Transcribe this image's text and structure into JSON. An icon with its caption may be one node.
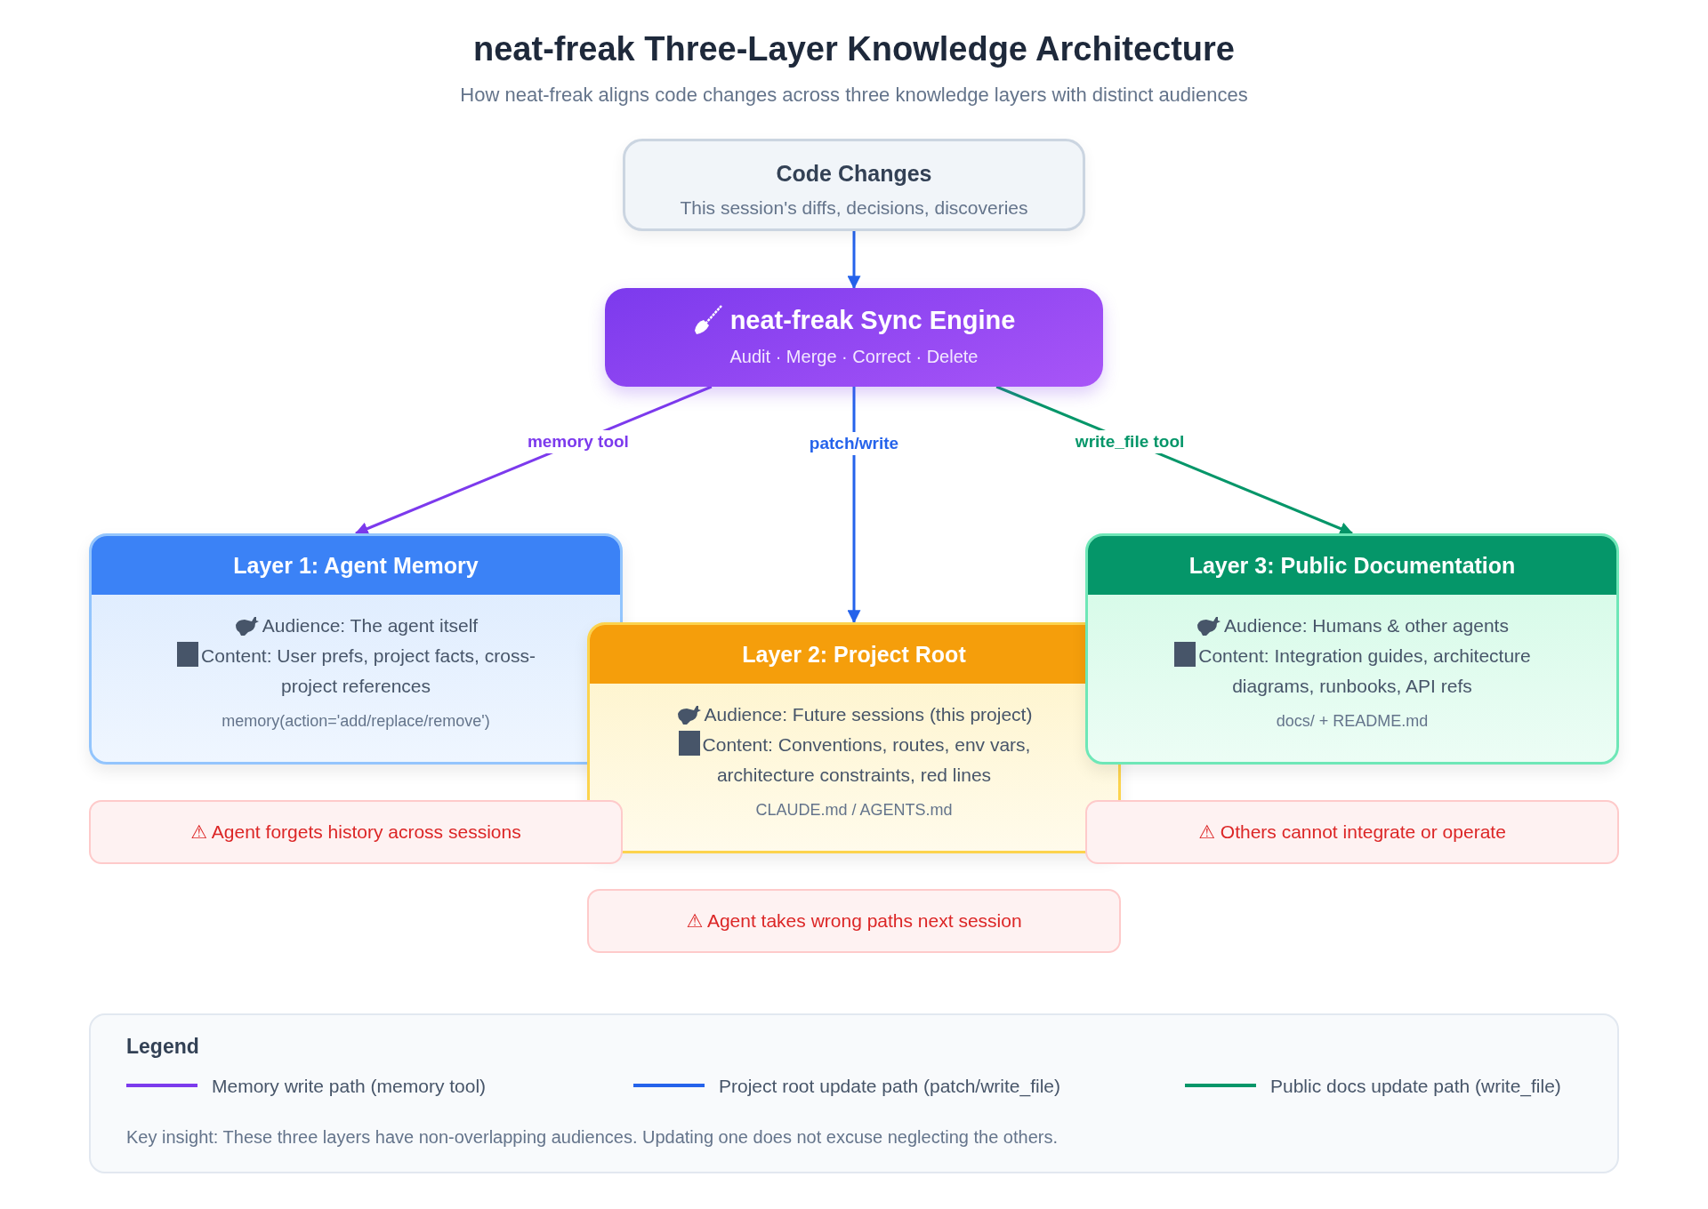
{
  "diagram": {
    "title": "neat-freak Three-Layer Knowledge Architecture",
    "nodes": [
      {
        "text": [
          "Code Changes",
          "This session's diffs, decisions, discoveries"
        ]
      },
      {
        "text": [
          "neat-freak Sync Engine",
          "Audit · Merge · Correct · Delete"
        ]
      },
      {
        "text": [
          "Layer 1: Agent Memory",
          "Audience: The agent itself",
          "Content: User prefs, project facts, cross-project references",
          "memory(action='add/replace/remove')"
        ]
      },
      {
        "text": [
          "Layer 2: Project Root",
          "Audience: Future sessions (this project)",
          "Content: Conventions, routes, env vars, architecture constraints, red lines",
          "CLAUDE.md / AGENTS.md"
        ]
      },
      {
        "text": [
          "Layer 3: Public Documentation",
          "Audience: Humans & other agents",
          "Content: Integration guides, architecture diagrams, runbooks, API refs",
          "docs/ + README.md"
        ]
      },
      {
        "text": [
          "⚠ Agent forgets history across sessions"
        ]
      },
      {
        "text": [
          "⚠ Others cannot integrate or operate"
        ]
      },
      {
        "text": [
          "⚠ Agent takes wrong paths next session"
        ]
      }
    ],
    "edges": [
      {
        "from": 0,
        "to": 1,
        "arrow": "to"
      },
      {
        "from": 1,
        "to": 2,
        "arrow": "to",
        "label": "memory tool",
        "color": "#7c3aed"
      },
      {
        "from": 1,
        "to": 3,
        "arrow": "to",
        "label": "patch/write"
      },
      {
        "from": 1,
        "to": 4,
        "arrow": "to",
        "label": "write_file tool",
        "color": "#059669"
      }
    ],
    "labels": [
      "How neat-freak aligns code changes across three knowledge layers with distinct audiences",
      "Legend",
      "Key insight: These three layers have non-overlapping audiences. Updating one does not excuse neglecting the others."
    ],
    "legend": [
      {
        "text": "Memory write path (memory tool)",
        "color": "#7c3aed"
      },
      {
        "text": "Project root update path (patch/write_file)",
        "color": "#2563eb"
      },
      {
        "text": "Public docs update path (write_file)",
        "color": "#059669"
      }
    ]
  }
}
